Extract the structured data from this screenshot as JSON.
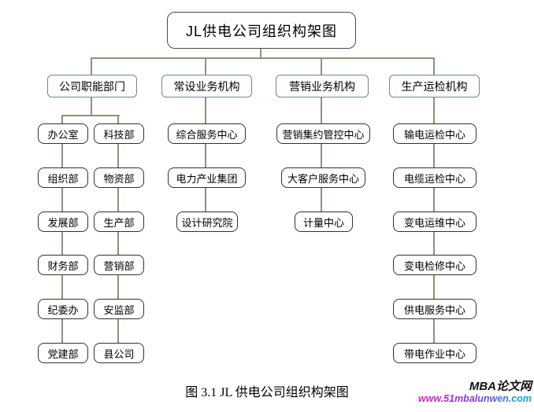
{
  "diagram": {
    "title": "JL供电公司组织构架图",
    "caption": "图 3.1 JL 供电公司组织构架图",
    "watermark": {
      "site_name": "MBA论文网",
      "site_url": "www.51mbalunwen.com"
    },
    "colors": {
      "connector": "#948e7b",
      "box_border": "#32322b",
      "header_border": "#6a8894",
      "title_border": "#4f4c42",
      "url_gradient_start": "#e91ec6",
      "url_gradient_mid": "#8233e2",
      "url_gradient_end": "#00b4d8"
    },
    "branches": [
      {
        "label": "公司职能部门",
        "columns": [
          [
            "办公室",
            "组织部",
            "发展部",
            "财务部",
            "纪委办",
            "党建部"
          ],
          [
            "科技部",
            "物资部",
            "生产部",
            "营销部",
            "安监部",
            "县公司"
          ]
        ]
      },
      {
        "label": "常设业务机构",
        "columns": [
          [
            "综合服务中心",
            "电力产业集团",
            "设计研究院"
          ]
        ]
      },
      {
        "label": "营销业务机构",
        "columns": [
          [
            "营销集约管控中心",
            "大客户服务中心",
            "计量中心"
          ]
        ]
      },
      {
        "label": "生产运检机构",
        "columns": [
          [
            "输电运检中心",
            "电缆运检中心",
            "变电运维中心",
            "变电检修中心",
            "供电服务中心",
            "带电作业中心"
          ]
        ]
      }
    ]
  }
}
